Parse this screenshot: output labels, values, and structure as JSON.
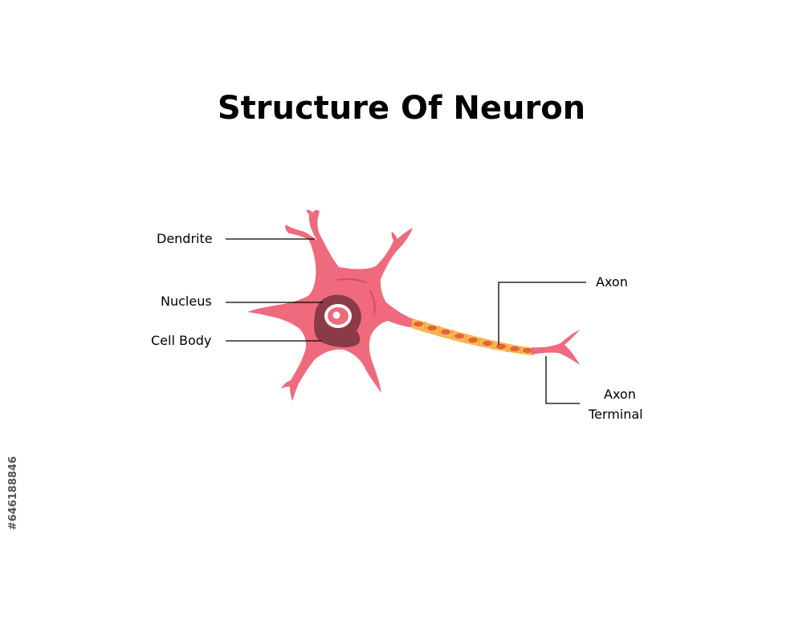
{
  "title": "Structure Of Neuron",
  "labels": {
    "dendrite": "Dendrite",
    "nucleus": "Nucleus",
    "cell_body": "Cell Body",
    "axon": "Axon",
    "axon_terminal_line1": "Axon",
    "axon_terminal_line2": "Terminal"
  },
  "stock_id": "#646188846",
  "colors": {
    "cell_body": "#ee6a7c",
    "cell_body_shadow": "#e0475f",
    "nucleus_dark": "#8a3b47",
    "nucleus_ring": "#ffffff",
    "myelin": "#f7b754",
    "myelin_node": "#e2643a",
    "leader_line": "#000000"
  }
}
